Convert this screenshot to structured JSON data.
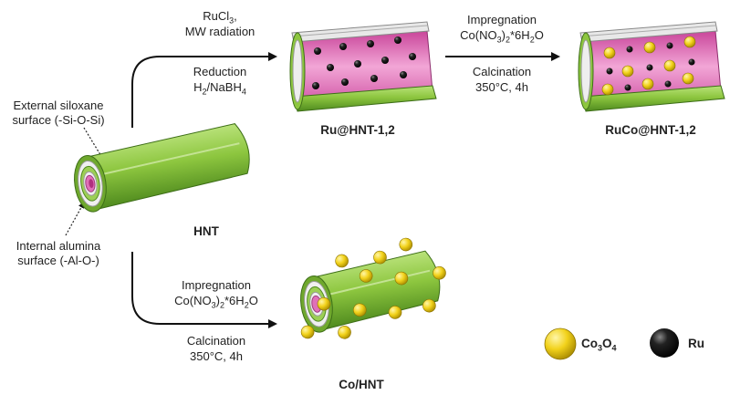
{
  "route_top": {
    "above_1": "RuCl",
    "above_1_sub": "3",
    "above_1_tail": ",",
    "above_2": "MW radiation",
    "below_1": "Reduction",
    "below_2": "H",
    "below_2_sub": "2",
    "below_2_tail": "/NaBH",
    "below_2_sub2": "4"
  },
  "route_right": {
    "above_1": "Impregnation",
    "above_2a": "Co(NO",
    "above_2_sub": "3",
    "above_2b": ")",
    "above_2_sub2": "2",
    "above_2c": "*6H",
    "above_2_sub3": "2",
    "above_2d": "O",
    "below_1": "Calcination",
    "below_2": "350°C, 4h"
  },
  "route_bottom": {
    "above_1": "Impregnation",
    "above_2a": "Co(NO",
    "above_2_sub": "3",
    "above_2b": ")",
    "above_2_sub2": "2",
    "above_2c": "*6H",
    "above_2_sub3": "2",
    "above_2d": "O",
    "below_1": "Calcination",
    "below_2": "350°C, 4h"
  },
  "callouts": {
    "external_1": "External siloxane",
    "external_2": "surface (-Si-O-Si)",
    "internal_1": "Internal alumina",
    "internal_2": "surface (-Al-O-)"
  },
  "products": {
    "hnt": "HNT",
    "ru_hnt": "Ru@HNT-1,2",
    "ruco_hnt": "RuCo@HNT-1,2",
    "co_hnt": "Co/HNT"
  },
  "legend": {
    "co3o4_a": "Co",
    "co3o4_sub": "3",
    "co3o4_b": "O",
    "co3o4_sub2": "4",
    "ru": "Ru"
  },
  "colors": {
    "tube_green": "#8dc63f",
    "tube_pink": "#e070b8",
    "co3o4_yellow": "#f2d21b",
    "ru_black": "#111111"
  }
}
